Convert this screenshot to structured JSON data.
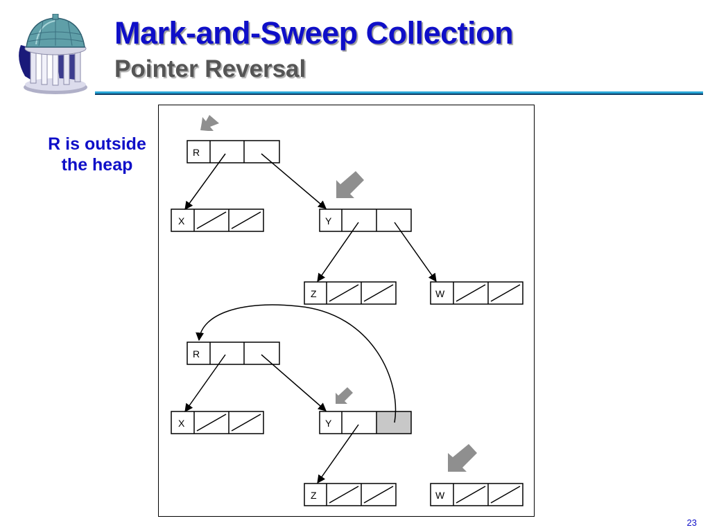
{
  "slide": {
    "title": "Mark-and-Sweep Collection",
    "subtitle": "Pointer Reversal",
    "side_note_line1": "R is outside",
    "side_note_line2": "the heap",
    "page_number": "23"
  },
  "diagram_top": {
    "nodes": [
      {
        "id": "R",
        "label": "R"
      },
      {
        "id": "X",
        "label": "X"
      },
      {
        "id": "Y",
        "label": "Y"
      },
      {
        "id": "Z",
        "label": "Z"
      },
      {
        "id": "W",
        "label": "W"
      }
    ],
    "edges": [
      {
        "from": "R",
        "to": "X"
      },
      {
        "from": "R",
        "to": "Y"
      },
      {
        "from": "Y",
        "to": "Z"
      },
      {
        "from": "Y",
        "to": "W"
      }
    ]
  },
  "diagram_bottom": {
    "nodes": [
      {
        "id": "R",
        "label": "R"
      },
      {
        "id": "X",
        "label": "X"
      },
      {
        "id": "Y",
        "label": "Y"
      },
      {
        "id": "Z",
        "label": "Z"
      },
      {
        "id": "W",
        "label": "W"
      }
    ],
    "edges": [
      {
        "from": "R",
        "to": "X"
      },
      {
        "from": "R",
        "to": "Y"
      },
      {
        "from": "Y",
        "to": "Z"
      },
      {
        "from": "Y",
        "to": "R",
        "note": "reversed"
      }
    ]
  },
  "colors": {
    "title": "#0f0fc8",
    "subtitle": "#555555",
    "rule": "#29a6d6",
    "marker_arrow": "#8f8f8f",
    "highlight_field": "#c8c8c8"
  },
  "icons": {
    "logo": "old-well-icon",
    "marker": "marker-arrow-icon"
  }
}
